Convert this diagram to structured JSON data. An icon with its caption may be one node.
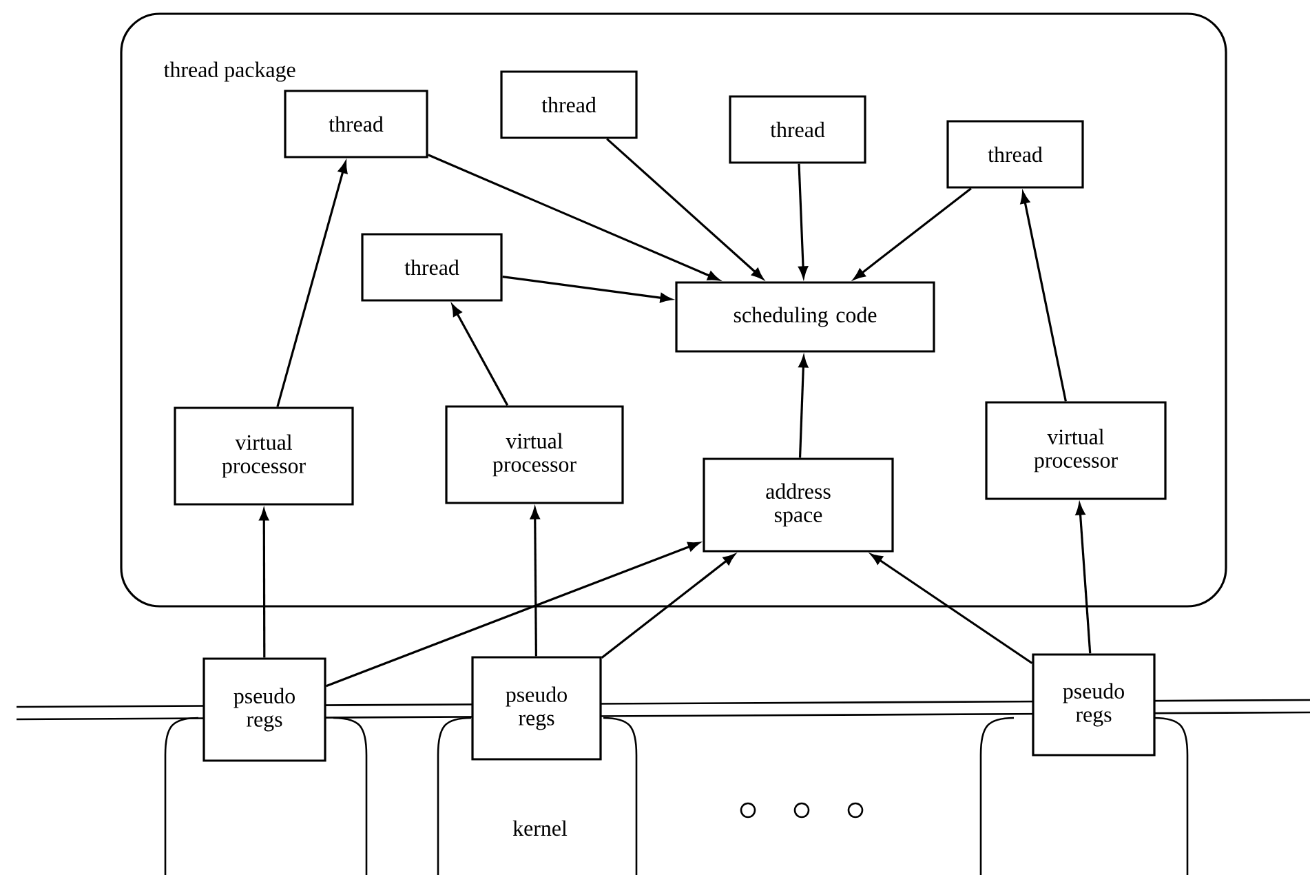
{
  "diagram": {
    "nodes": [
      {
        "text": [
          "thread package"
        ]
      },
      {
        "text": [
          "thread"
        ],
        "in": 0
      },
      {
        "text": [
          "thread"
        ],
        "in": 0
      },
      {
        "text": [
          "thread"
        ],
        "in": 0
      },
      {
        "text": [
          "thread"
        ],
        "in": 0
      },
      {
        "text": [
          "thread"
        ],
        "in": 0
      },
      {
        "text": [
          "scheduling code"
        ],
        "in": 0
      },
      {
        "text": [
          "virtual processor"
        ],
        "in": 0
      },
      {
        "text": [
          "virtual processor"
        ],
        "in": 0
      },
      {
        "text": [
          "address space"
        ],
        "in": 0
      },
      {
        "text": [
          "virtual processor"
        ],
        "in": 0
      },
      {
        "text": [
          "pseudo regs"
        ]
      },
      {
        "text": [
          "pseudo regs"
        ]
      },
      {
        "text": [
          "pseudo regs"
        ]
      }
    ],
    "edges": [
      {
        "from": 1,
        "to": 6,
        "arrow": "to"
      },
      {
        "from": 2,
        "to": 6,
        "arrow": "to"
      },
      {
        "from": 3,
        "to": 6,
        "arrow": "to"
      },
      {
        "from": 4,
        "to": 6,
        "arrow": "to"
      },
      {
        "from": 5,
        "to": 6,
        "arrow": "to"
      },
      {
        "from": 7,
        "to": 1,
        "arrow": "to"
      },
      {
        "from": 8,
        "to": 5,
        "arrow": "to"
      },
      {
        "from": 10,
        "to": 4,
        "arrow": "to"
      },
      {
        "from": 9,
        "to": 6,
        "arrow": "to"
      },
      {
        "from": 11,
        "to": 7,
        "arrow": "to"
      },
      {
        "from": 11,
        "to": 9,
        "arrow": "to"
      },
      {
        "from": 12,
        "to": 8,
        "arrow": "to"
      },
      {
        "from": 12,
        "to": 9,
        "arrow": "to"
      },
      {
        "from": 13,
        "to": 10,
        "arrow": "to"
      },
      {
        "from": 13,
        "to": 9,
        "arrow": "to"
      }
    ],
    "labels": [
      "kernel"
    ]
  }
}
